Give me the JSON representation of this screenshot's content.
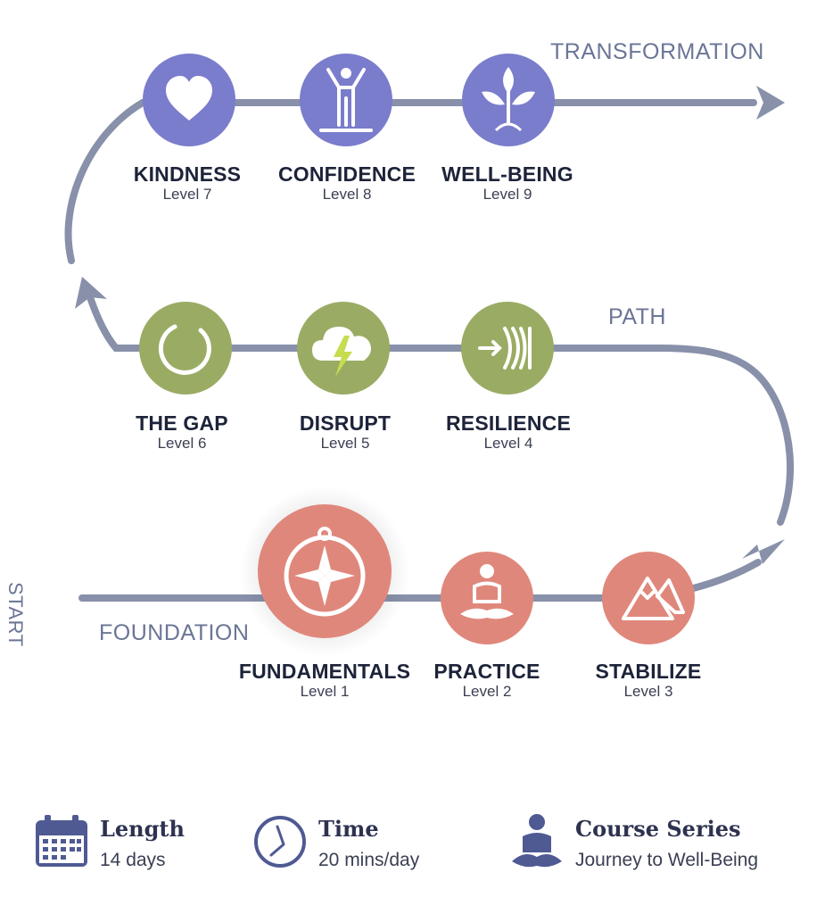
{
  "colors": {
    "path": "#8890aa",
    "purple": "#7a7ccc",
    "green": "#9aac64",
    "salmon": "#e0877c",
    "label_dark": "#1d2339",
    "section_label": "#6b7596",
    "info_icon": "#4f5a93"
  },
  "sections": {
    "start": "START",
    "foundation": "FOUNDATION",
    "path": "PATH",
    "transformation": "TRANSFORMATION"
  },
  "levels": [
    {
      "title": "FUNDAMENTALS",
      "level": "Level 1",
      "icon": "compass-icon"
    },
    {
      "title": "PRACTICE",
      "level": "Level 2",
      "icon": "meditation-icon"
    },
    {
      "title": "STABILIZE",
      "level": "Level 3",
      "icon": "mountains-icon"
    },
    {
      "title": "RESILIENCE",
      "level": "Level 4",
      "icon": "resilience-arrow-icon"
    },
    {
      "title": "DISRUPT",
      "level": "Level 5",
      "icon": "storm-cloud-icon"
    },
    {
      "title": "THE GAP",
      "level": "Level 6",
      "icon": "open-circle-icon"
    },
    {
      "title": "KINDNESS",
      "level": "Level 7",
      "icon": "heart-icon"
    },
    {
      "title": "CONFIDENCE",
      "level": "Level 8",
      "icon": "raised-arms-person-icon"
    },
    {
      "title": "WELL-BEING",
      "level": "Level 9",
      "icon": "sprout-icon"
    }
  ],
  "info": {
    "length": {
      "title": "Length",
      "value": "14 days",
      "icon": "calendar-icon"
    },
    "time": {
      "title": "Time",
      "value": "20 mins/day",
      "icon": "clock-icon"
    },
    "series": {
      "title": "Course Series",
      "value": "Journey to Well-Being",
      "icon": "meditating-person-icon"
    }
  }
}
